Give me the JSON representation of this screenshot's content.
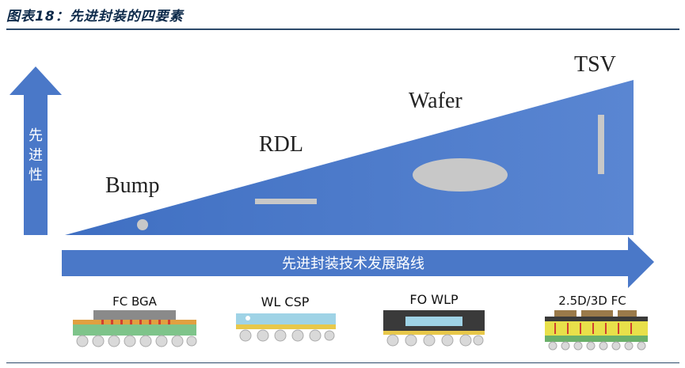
{
  "figure": {
    "title": "图表18：先进封装的四要素",
    "y_axis_label": [
      "先",
      "进",
      "性"
    ],
    "x_axis_label": "先进封装技术发展路线",
    "elements": [
      "Bump",
      "RDL",
      "Wafer",
      "TSV"
    ],
    "packages": [
      "FC BGA",
      "WL CSP",
      "FO WLP",
      "2.5D/3D FC"
    ],
    "colors": {
      "primary": "#4a78c8",
      "shape_gray": "#c8c8c8",
      "title": "#0d2a4a"
    }
  }
}
